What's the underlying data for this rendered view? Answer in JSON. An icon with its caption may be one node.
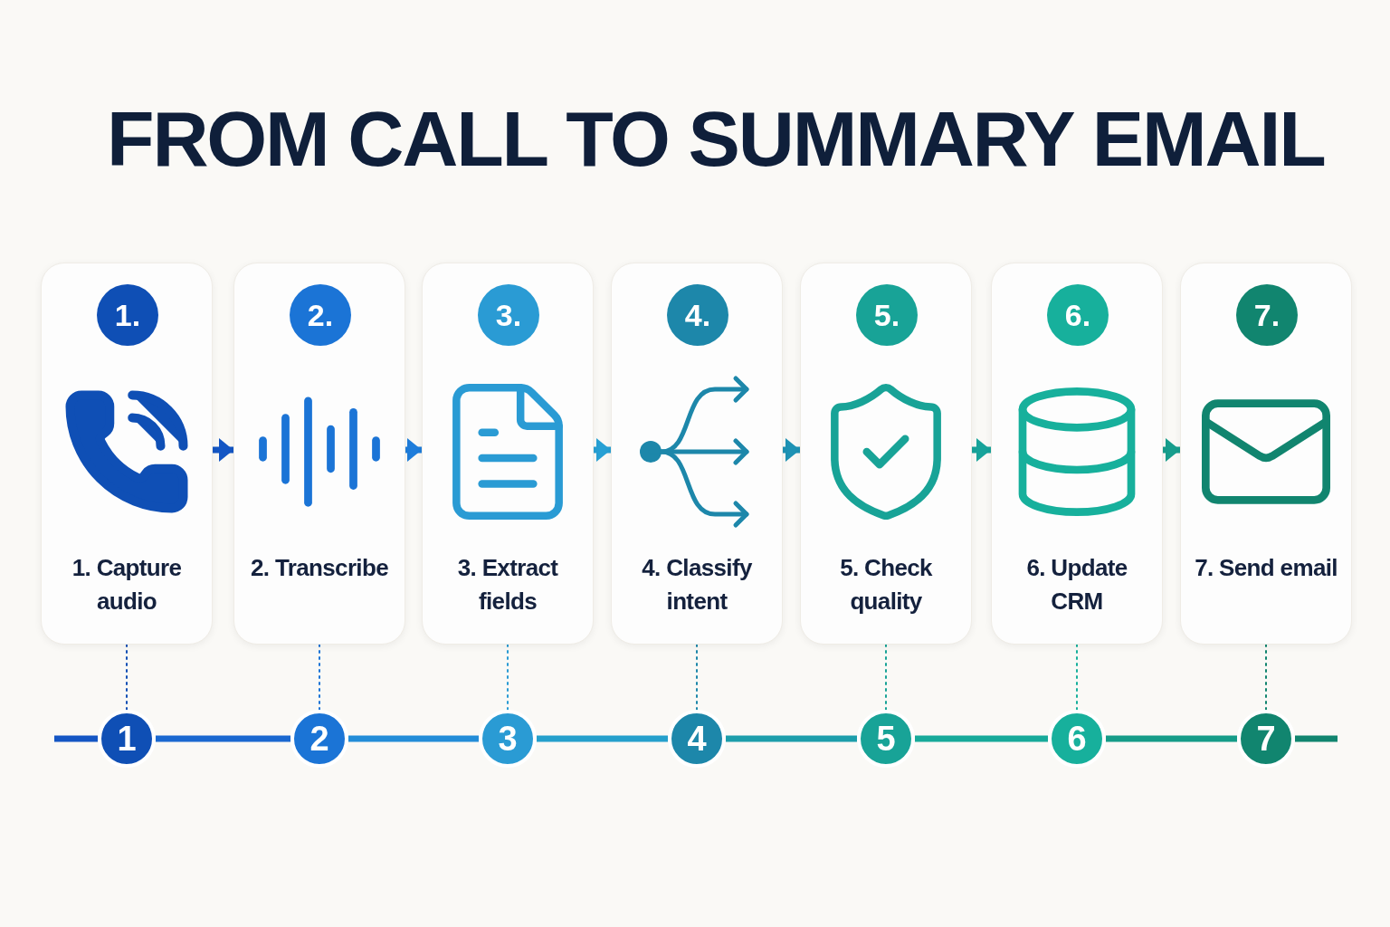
{
  "diagram": {
    "title": "FROM CALL TO SUMMARY EMAIL",
    "nodes": [
      {
        "text": [
          "1. Capture audio"
        ]
      },
      {
        "text": [
          "1."
        ],
        "in": 0
      },
      {
        "text": [
          "2. Transcribe"
        ]
      },
      {
        "text": [
          "2."
        ],
        "in": 2
      },
      {
        "text": [
          "3. Extract fields"
        ]
      },
      {
        "text": [
          "3."
        ],
        "in": 4
      },
      {
        "text": [
          "4. Classify intent"
        ]
      },
      {
        "text": [
          "4."
        ],
        "in": 6
      },
      {
        "text": [
          "5. Check quality"
        ]
      },
      {
        "text": [
          "5."
        ],
        "in": 8
      },
      {
        "text": [
          "6. Update CRM"
        ]
      },
      {
        "text": [
          "6."
        ],
        "in": 10
      },
      {
        "text": [
          "7. Send email"
        ]
      },
      {
        "text": [
          "7."
        ],
        "in": 12
      },
      {
        "text": [
          "1"
        ]
      },
      {
        "text": [
          "2"
        ]
      },
      {
        "text": [
          "3"
        ]
      },
      {
        "text": [
          "4"
        ]
      },
      {
        "text": [
          "5"
        ]
      },
      {
        "text": [
          "6"
        ]
      },
      {
        "text": [
          "7"
        ]
      }
    ],
    "edges": [
      {
        "from": 0,
        "to": 2,
        "arrow": "to",
        "color": "#1456c4"
      },
      {
        "from": 2,
        "to": 4,
        "arrow": "to",
        "color": "#1f7ddb"
      },
      {
        "from": 4,
        "to": 6,
        "arrow": "to",
        "color": "#27a0d4"
      },
      {
        "from": 6,
        "to": 8,
        "arrow": "to",
        "color": "#1e92b4"
      },
      {
        "from": 8,
        "to": 10,
        "arrow": "to",
        "color": "#17a39a"
      },
      {
        "from": 10,
        "to": 12,
        "arrow": "to",
        "color": "#179d8c"
      },
      {
        "from": null,
        "to": 14,
        "arrow": "none",
        "color": "#1456c4"
      },
      {
        "from": 14,
        "to": 15,
        "arrow": "none",
        "color": "#1a68d0"
      },
      {
        "from": 15,
        "to": 16,
        "arrow": "none",
        "color": "#238dd8"
      },
      {
        "from": 16,
        "to": 17,
        "arrow": "none",
        "color": "#25a0cc"
      },
      {
        "from": 17,
        "to": 18,
        "arrow": "none",
        "color": "#1c9eab"
      },
      {
        "from": 18,
        "to": 19,
        "arrow": "none",
        "color": "#17aa9a"
      },
      {
        "from": 19,
        "to": 20,
        "arrow": "none",
        "color": "#159c88"
      },
      {
        "from": 20,
        "to": null,
        "arrow": "none",
        "color": "#11856f"
      },
      {
        "from": 0,
        "to": 14,
        "arrow": "none",
        "style": "dashed",
        "color": "#0f4fb5"
      },
      {
        "from": 2,
        "to": 15,
        "arrow": "none",
        "style": "dashed",
        "color": "#1b74d6"
      },
      {
        "from": 4,
        "to": 16,
        "arrow": "none",
        "style": "dashed",
        "color": "#2a9bd4"
      },
      {
        "from": 6,
        "to": 17,
        "arrow": "none",
        "style": "dashed",
        "color": "#1d87aa"
      },
      {
        "from": 8,
        "to": 18,
        "arrow": "none",
        "style": "dashed",
        "color": "#18a397"
      },
      {
        "from": 10,
        "to": 19,
        "arrow": "none",
        "style": "dashed",
        "color": "#17b09c"
      },
      {
        "from": 12,
        "to": 20,
        "arrow": "none",
        "style": "dashed",
        "color": "#11856f"
      }
    ]
  }
}
